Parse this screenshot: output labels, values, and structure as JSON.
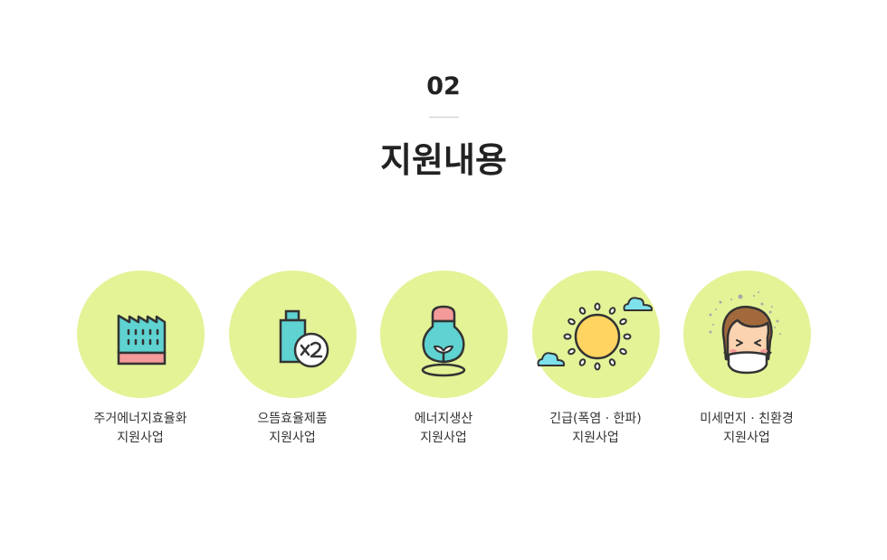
{
  "section": {
    "number": "02",
    "title": "지원내용"
  },
  "colors": {
    "circle_bg": "#e3f396",
    "outline": "#333333",
    "teal": "#5ed3d1",
    "pink": "#f59a9a",
    "sun": "#ffd460"
  },
  "items": [
    {
      "icon": "factory-icon",
      "line1": "주거에너지효율화",
      "line2": "지원사업"
    },
    {
      "icon": "battery-x2-icon",
      "line1": "으뜸효율제품",
      "line2": "지원사업"
    },
    {
      "icon": "lightbulb-sprout-icon",
      "line1": "에너지생산",
      "line2": "지원사업"
    },
    {
      "icon": "sun-cloud-icon",
      "line1": "긴급(폭염 · 한파)",
      "line2": "지원사업"
    },
    {
      "icon": "face-mask-icon",
      "line1": "미세먼지 · 친환경",
      "line2": "지원사업"
    }
  ]
}
